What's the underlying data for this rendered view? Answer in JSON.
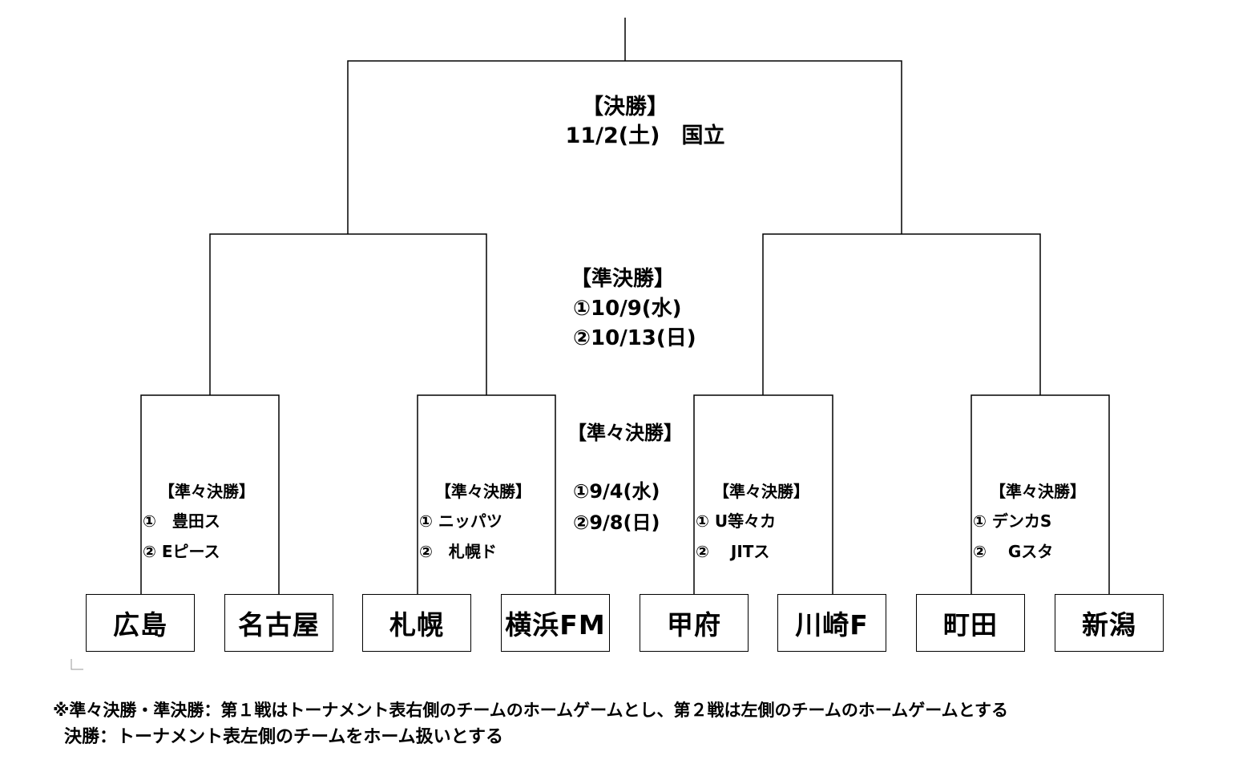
{
  "final": {
    "title": "【決勝】",
    "date": "11/2(土)　国立"
  },
  "semifinal": {
    "title": "【準決勝】",
    "leg1": "①10/9(水)",
    "leg2": "②10/13(日)"
  },
  "quarterfinal_center": {
    "title": "【準々決勝】",
    "leg1": "①9/4(水)",
    "leg2": "②9/8(日)"
  },
  "quarterfinals": [
    {
      "title": "【準々決勝】",
      "leg1": "①　豊田ス",
      "leg2": "② Eピース"
    },
    {
      "title": "【準々決勝】",
      "leg1": "① ニッパツ",
      "leg2": "②　札幌ド"
    },
    {
      "title": "【準々決勝】",
      "leg1": "① U等々カ",
      "leg2": "②　 JITス"
    },
    {
      "title": "【準々決勝】",
      "leg1": "① デンカS",
      "leg2": "②　 Gスタ"
    }
  ],
  "teams": [
    "広島",
    "名古屋",
    "札幌",
    "横浜FM",
    "甲府",
    "川崎F",
    "町田",
    "新潟"
  ],
  "notes": {
    "line1": "※準々決勝・準決勝：第１戦はトーナメント表右側のチームのホームゲームとし、第２戦は左側のチームのホームゲームとする",
    "line2": "決勝：トーナメント表左側のチームをホーム扱いとする"
  },
  "colors": {
    "line": "#000000",
    "background": "#ffffff"
  }
}
